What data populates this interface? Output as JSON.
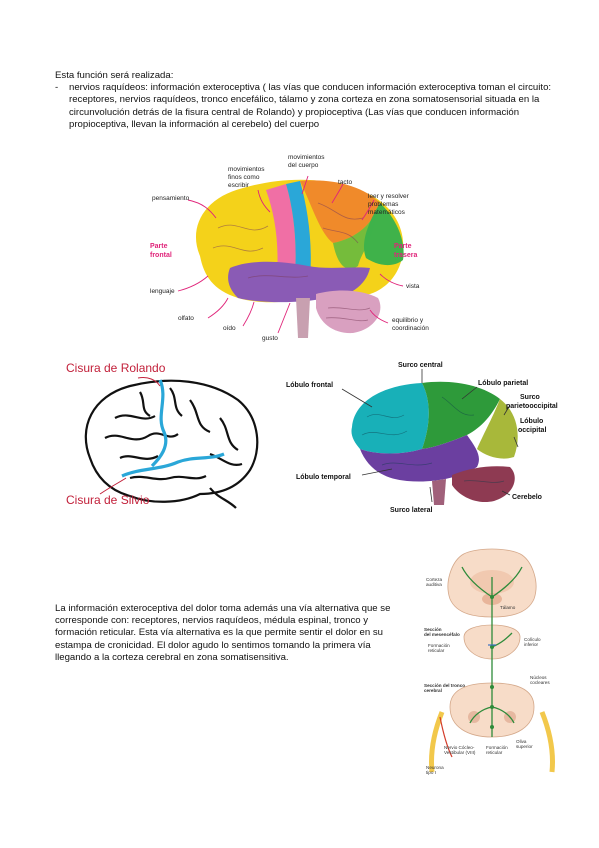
{
  "intro": {
    "lead": "Esta función será realizada:",
    "bullet_marker": "-",
    "bullet": "nervios raquídeos: información exteroceptiva ( las vías que conducen información exteroceptiva toman el circuito: receptores, nervios raquídeos, tronco encefálico, tálamo y zona corteza en zona somatosensorial situada en la circunvolución detrás de la fisura central de Rolando)  y propioceptiva (Las vías que conducen información propioceptiva, llevan la información al cerebelo) del cuerpo"
  },
  "second_paragraph": "La información exteroceptiva del dolor toma además una vía alternativa que se corresponde con: receptores, nervios raquídeos, médula espinal, tronco y formación reticular. Esta vía alternativa es la que permite sentir el dolor en su estampa de cronicidad. El dolor agudo lo sentimos tomando la primera vía llegando a la corteza cerebral en zona somatisensitiva.",
  "figure1": {
    "labels": {
      "pensamiento": "pensamiento",
      "movimientos_finos": [
        "movimientos",
        "finos como",
        "escribir"
      ],
      "movimientos_cuerpo": [
        "movimientos",
        "del cuerpo"
      ],
      "tacto": "tacto",
      "leer": [
        "leer y resolver",
        "problemas",
        "matemáticos"
      ],
      "parte_frontal": [
        "Parte",
        "frontal"
      ],
      "parte_trasera": [
        "Parte",
        "trasera"
      ],
      "lenguaje": "lenguaje",
      "vista": "vista",
      "olfato": "olfato",
      "oido": "oído",
      "gusto": "gusto",
      "equilibrio": [
        "equilibrio y",
        "coordinación"
      ]
    },
    "colors": {
      "accent_label": "#e0247a",
      "frontal": "#f4d21a",
      "parietal": "#f08a2a",
      "occipital": "#3fb24a",
      "temporal": "#8a5bb5",
      "motor": "#f06fa5",
      "sensory": "#2aa7d8",
      "cerebellum": "#d9a0c0"
    }
  },
  "figure2": {
    "labels": {
      "rolando": "Cisura de Rolando",
      "silvio": "Cisura de Silvio"
    },
    "colors": {
      "label": "#c2203a",
      "fissure": "#2aa7d8"
    }
  },
  "figure3": {
    "labels": {
      "surco_central": "Surco central",
      "lobulo_parietal": "Lóbulo parietal",
      "lobulo_frontal": "Lóbulo frontal",
      "surco_parieto": [
        "Surco",
        "parietooccipital"
      ],
      "lobulo_occipital": [
        "Lóbulo",
        "occipital"
      ],
      "lobulo_temporal": "Lóbulo temporal",
      "cerebelo": "Cerebelo",
      "surco_lateral": "Surco lateral"
    },
    "colors": {
      "frontal": "#18b0b8",
      "parietal": "#2e9a3a",
      "occipital": "#a8b83a",
      "temporal": "#6b3fa0",
      "cerebellum": "#8e3a52"
    }
  },
  "figure4": {
    "labels": {
      "corteza": [
        "Corteza",
        "auditiva"
      ],
      "talamo": "Tálamo",
      "seccion_mesencefalo": [
        "Sección",
        "del mesencéfalo"
      ],
      "formacion_reticular": [
        "Formación",
        "reticular"
      ],
      "coliculo": [
        "Colículo",
        "inferior"
      ],
      "seccion_tronco": [
        "Sección del tronco",
        "cerebral"
      ],
      "nucleos": [
        "Núcleos",
        "cocleares"
      ],
      "nervio": [
        "Nervio Cócleo-",
        "Vestibular (VIII)"
      ],
      "formacion2": [
        "Formación",
        "reticular"
      ],
      "oliva": [
        "Oliva",
        "superior"
      ],
      "neurona": [
        "Neurona",
        "tipo I"
      ]
    },
    "colors": {
      "tissue": "#f7dcc8",
      "pathway": "#2e8b3a",
      "nerve": "#d33c2a",
      "blue": "#3a6fc2"
    }
  }
}
